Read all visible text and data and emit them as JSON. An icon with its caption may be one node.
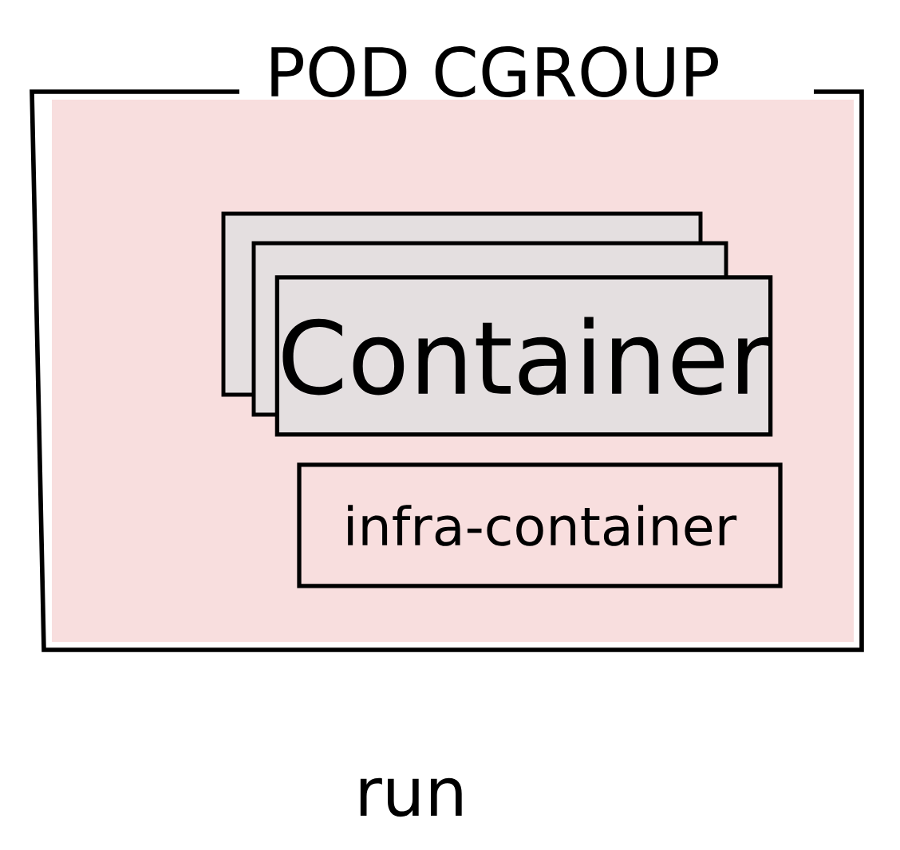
{
  "diagram": {
    "nodes": [
      {
        "text": [
          "POD CGROUP"
        ]
      },
      {
        "text": [
          "Container"
        ],
        "in": 0
      },
      {
        "text": [
          "infra-container"
        ],
        "in": 0
      }
    ],
    "labels": [
      "run"
    ]
  }
}
